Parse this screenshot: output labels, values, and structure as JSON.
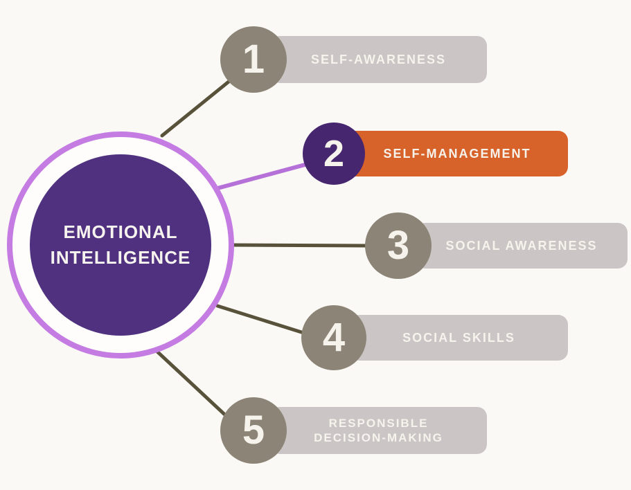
{
  "diagram": {
    "center": {
      "title_line1": "EMOTIONAL",
      "title_line2": "INTELLIGENCE"
    },
    "items": [
      {
        "number": "1",
        "label": "SELF-AWARENESS",
        "highlighted": false
      },
      {
        "number": "2",
        "label": "SELF-MANAGEMENT",
        "highlighted": true
      },
      {
        "number": "3",
        "label": "SOCIAL AWARENESS",
        "highlighted": false
      },
      {
        "number": "4",
        "label": "SOCIAL SKILLS",
        "highlighted": false
      },
      {
        "number": "5",
        "label": "RESPONSIBLE DECISION-MAKING",
        "highlighted": false
      }
    ],
    "colors": {
      "background": "#fbf9f6",
      "center_circle_fill": "#4f3180",
      "center_ring_stroke": "#c47ce3",
      "number_circle_default": "#8c8476",
      "number_circle_highlight": "#46266e",
      "bar_default": "#cbc6c5",
      "bar_highlight": "#d7632a",
      "connector_default": "#59523b",
      "connector_highlight": "#b671d8",
      "label_text": "#f6f3ed"
    }
  }
}
